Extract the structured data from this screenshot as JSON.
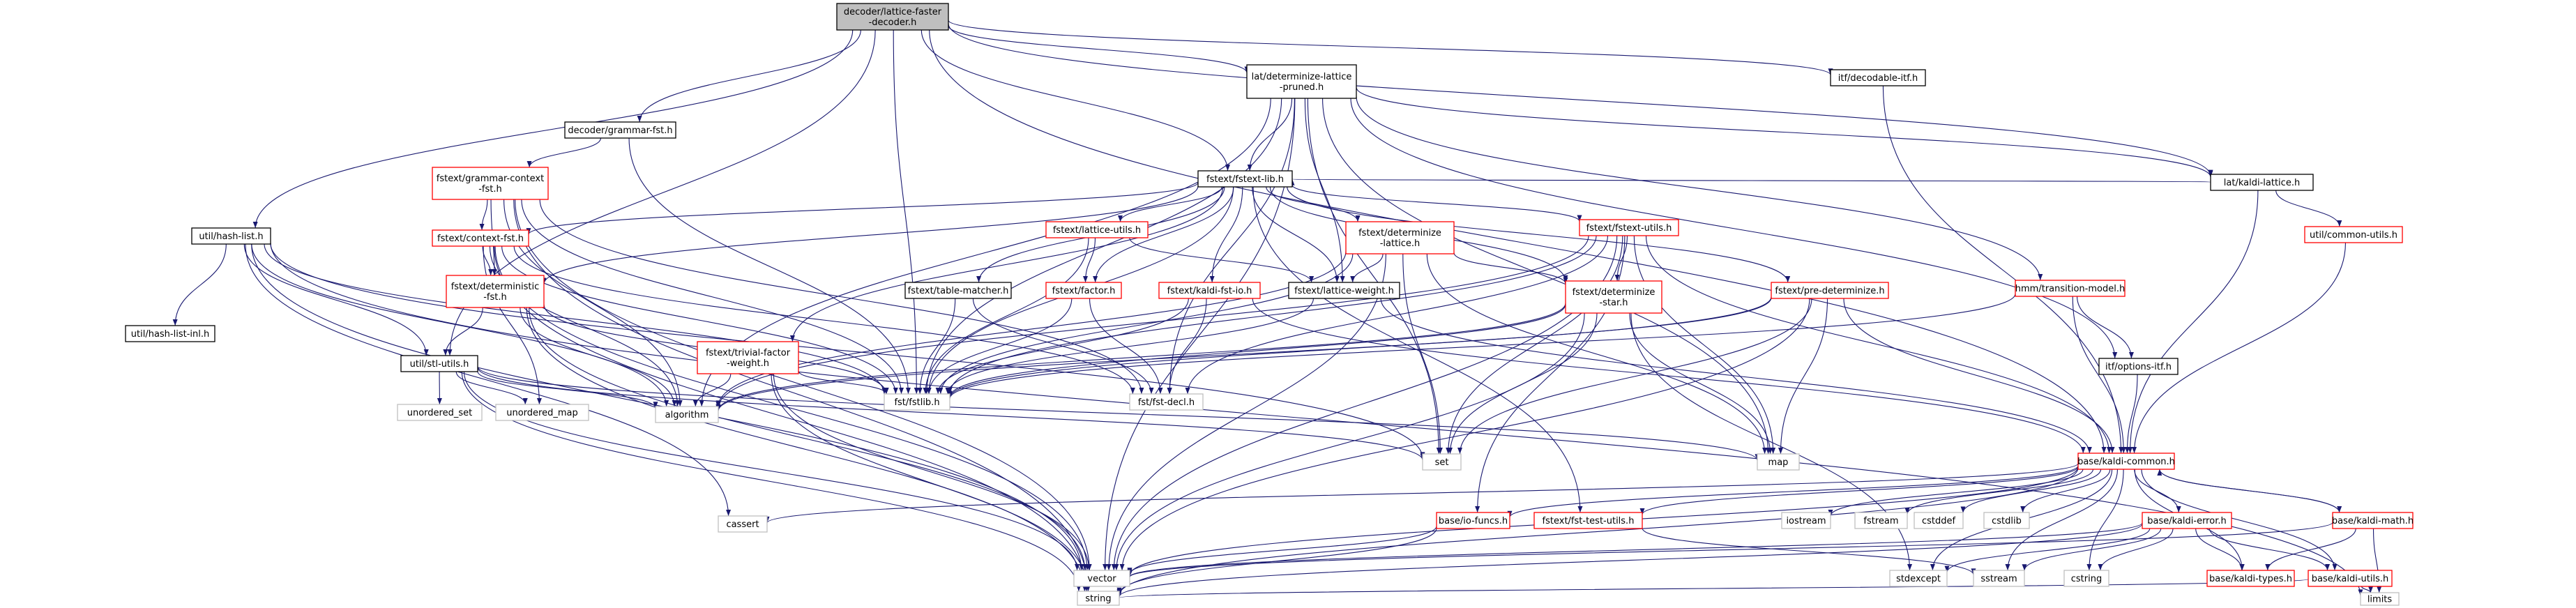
{
  "diagram": {
    "type": "include-dependency-graph",
    "colors": {
      "edge": "#191970",
      "root_fill": "#bfbfbf",
      "root_border": "#000000",
      "doc_border": "#ff0000",
      "external_border": "#bfbfbf",
      "plain_border": "#000000",
      "text": "#000000"
    },
    "nodes": [
      {
        "id": "root",
        "lines": [
          "decoder/lattice-faster",
          "-decoder.h"
        ],
        "kind": "root"
      },
      {
        "id": "det_lat_pruned",
        "lines": [
          "lat/determinize-lattice",
          "-pruned.h"
        ],
        "kind": "plain"
      },
      {
        "id": "itf_decodable",
        "lines": [
          "itf/decodable-itf.h"
        ],
        "kind": "plain"
      },
      {
        "id": "grammar_fst",
        "lines": [
          "decoder/grammar-fst.h"
        ],
        "kind": "plain"
      },
      {
        "id": "kaldi_lattice",
        "lines": [
          "lat/kaldi-lattice.h"
        ],
        "kind": "plain"
      },
      {
        "id": "grammar_context",
        "lines": [
          "fstext/grammar-context",
          "-fst.h"
        ],
        "kind": "doc"
      },
      {
        "id": "fstext_lib",
        "lines": [
          "fstext/fstext-lib.h"
        ],
        "kind": "plain"
      },
      {
        "id": "common_utils",
        "lines": [
          "util/common-utils.h"
        ],
        "kind": "doc"
      },
      {
        "id": "hash_list",
        "lines": [
          "util/hash-list.h"
        ],
        "kind": "plain"
      },
      {
        "id": "context_fst",
        "lines": [
          "fstext/context-fst.h"
        ],
        "kind": "doc"
      },
      {
        "id": "lattice_utils",
        "lines": [
          "fstext/lattice-utils.h"
        ],
        "kind": "doc"
      },
      {
        "id": "determinize_lattice",
        "lines": [
          "fstext/determinize",
          "-lattice.h"
        ],
        "kind": "doc"
      },
      {
        "id": "fstext_utils",
        "lines": [
          "fstext/fstext-utils.h"
        ],
        "kind": "doc"
      },
      {
        "id": "transition_model",
        "lines": [
          "hmm/transition-model.h"
        ],
        "kind": "doc"
      },
      {
        "id": "factor",
        "lines": [
          "fstext/factor.h"
        ],
        "kind": "doc"
      },
      {
        "id": "lattice_weight",
        "lines": [
          "fstext/lattice-weight.h"
        ],
        "kind": "plain"
      },
      {
        "id": "deterministic_fst",
        "lines": [
          "fstext/deterministic",
          "-fst.h"
        ],
        "kind": "doc"
      },
      {
        "id": "table_matcher",
        "lines": [
          "fstext/table-matcher.h"
        ],
        "kind": "plain"
      },
      {
        "id": "kaldi_fst_io",
        "lines": [
          "fstext/kaldi-fst-io.h"
        ],
        "kind": "doc"
      },
      {
        "id": "determinize_star",
        "lines": [
          "fstext/determinize",
          "-star.h"
        ],
        "kind": "doc"
      },
      {
        "id": "pre_determinize",
        "lines": [
          "fstext/pre-determinize.h"
        ],
        "kind": "doc"
      },
      {
        "id": "options_itf",
        "lines": [
          "itf/options-itf.h"
        ],
        "kind": "plain"
      },
      {
        "id": "hash_list_inl",
        "lines": [
          "util/hash-list-inl.h"
        ],
        "kind": "plain"
      },
      {
        "id": "stl_utils",
        "lines": [
          "util/stl-utils.h"
        ],
        "kind": "plain"
      },
      {
        "id": "trivial_factor",
        "lines": [
          "fstext/trivial-factor",
          "-weight.h"
        ],
        "kind": "doc"
      },
      {
        "id": "fst_stdlib",
        "lines": [
          "fst/fstlib.h"
        ],
        "kind": "external"
      },
      {
        "id": "fst_fst_decl",
        "lines": [
          "fst/fst-decl.h"
        ],
        "kind": "external"
      },
      {
        "id": "kaldi_common",
        "lines": [
          "base/kaldi-common.h"
        ],
        "kind": "doc"
      },
      {
        "id": "unordered_set",
        "lines": [
          "unordered_set"
        ],
        "kind": "external"
      },
      {
        "id": "unordered_map",
        "lines": [
          "unordered_map"
        ],
        "kind": "external"
      },
      {
        "id": "algorithm",
        "lines": [
          "algorithm"
        ],
        "kind": "external"
      },
      {
        "id": "set",
        "lines": [
          "set"
        ],
        "kind": "external"
      },
      {
        "id": "map",
        "lines": [
          "map"
        ],
        "kind": "external"
      },
      {
        "id": "cassert",
        "lines": [
          "cassert"
        ],
        "kind": "external"
      },
      {
        "id": "io_funcs",
        "lines": [
          "base/io-funcs.h"
        ],
        "kind": "doc"
      },
      {
        "id": "fst_test_utils",
        "lines": [
          "fstext/fst-test-utils.h"
        ],
        "kind": "doc"
      },
      {
        "id": "iostream",
        "lines": [
          "iostream"
        ],
        "kind": "external"
      },
      {
        "id": "fstream",
        "lines": [
          "fstream"
        ],
        "kind": "external"
      },
      {
        "id": "cstddef",
        "lines": [
          "cstddef"
        ],
        "kind": "external"
      },
      {
        "id": "cstdlib",
        "lines": [
          "cstdlib"
        ],
        "kind": "external"
      },
      {
        "id": "kaldi_error",
        "lines": [
          "base/kaldi-error.h"
        ],
        "kind": "doc"
      },
      {
        "id": "kaldi_math",
        "lines": [
          "base/kaldi-math.h"
        ],
        "kind": "doc"
      },
      {
        "id": "vector",
        "lines": [
          "vector"
        ],
        "kind": "external"
      },
      {
        "id": "stdexcept",
        "lines": [
          "stdexcept"
        ],
        "kind": "external"
      },
      {
        "id": "sstream",
        "lines": [
          "sstream"
        ],
        "kind": "external"
      },
      {
        "id": "cstring",
        "lines": [
          "cstring"
        ],
        "kind": "external"
      },
      {
        "id": "kaldi_types",
        "lines": [
          "base/kaldi-types.h"
        ],
        "kind": "doc"
      },
      {
        "id": "kaldi_utils",
        "lines": [
          "base/kaldi-utils.h"
        ],
        "kind": "doc"
      },
      {
        "id": "string",
        "lines": [
          "string"
        ],
        "kind": "external"
      },
      {
        "id": "limits",
        "lines": [
          "limits"
        ],
        "kind": "external"
      }
    ],
    "edges": [
      [
        "root",
        "det_lat_pruned"
      ],
      [
        "root",
        "itf_decodable"
      ],
      [
        "root",
        "grammar_fst"
      ],
      [
        "root",
        "kaldi_lattice"
      ],
      [
        "root",
        "fstext_lib"
      ],
      [
        "root",
        "hash_list"
      ],
      [
        "root",
        "stl_utils"
      ],
      [
        "root",
        "fst_stdlib"
      ],
      [
        "root",
        "kaldi_common"
      ],
      [
        "det_lat_pruned",
        "kaldi_lattice"
      ],
      [
        "det_lat_pruned",
        "fstext_lib"
      ],
      [
        "det_lat_pruned",
        "lattice_weight"
      ],
      [
        "det_lat_pruned",
        "transition_model"
      ],
      [
        "det_lat_pruned",
        "options_itf"
      ],
      [
        "det_lat_pruned",
        "fst_stdlib"
      ],
      [
        "det_lat_pruned",
        "fst_fst_decl"
      ],
      [
        "det_lat_pruned",
        "algorithm"
      ],
      [
        "det_lat_pruned",
        "set"
      ],
      [
        "det_lat_pruned",
        "map"
      ],
      [
        "det_lat_pruned",
        "vector"
      ],
      [
        "itf_decodable",
        "kaldi_common"
      ],
      [
        "grammar_fst",
        "grammar_context"
      ],
      [
        "grammar_fst",
        "fst_stdlib"
      ],
      [
        "kaldi_lattice",
        "fstext_lib"
      ],
      [
        "kaldi_lattice",
        "common_utils"
      ],
      [
        "kaldi_lattice",
        "kaldi_common"
      ],
      [
        "grammar_context",
        "context_fst"
      ],
      [
        "grammar_context",
        "deterministic_fst"
      ],
      [
        "grammar_context",
        "fst_stdlib"
      ],
      [
        "grammar_context",
        "fst_fst_decl"
      ],
      [
        "grammar_context",
        "algorithm"
      ],
      [
        "grammar_context",
        "string"
      ],
      [
        "grammar_context",
        "vector"
      ],
      [
        "fstext_lib",
        "context_fst"
      ],
      [
        "fstext_lib",
        "lattice_utils"
      ],
      [
        "fstext_lib",
        "determinize_lattice"
      ],
      [
        "fstext_lib",
        "fstext_utils"
      ],
      [
        "fstext_lib",
        "factor"
      ],
      [
        "fstext_lib",
        "lattice_weight"
      ],
      [
        "fstext_lib",
        "deterministic_fst"
      ],
      [
        "fstext_lib",
        "table_matcher"
      ],
      [
        "fstext_lib",
        "kaldi_fst_io"
      ],
      [
        "fstext_lib",
        "determinize_star"
      ],
      [
        "fstext_lib",
        "pre_determinize"
      ],
      [
        "fstext_lib",
        "trivial_factor"
      ],
      [
        "fstext_lib",
        "fst_stdlib"
      ],
      [
        "fstext_lib",
        "fst_test_utils"
      ],
      [
        "common_utils",
        "kaldi_common"
      ],
      [
        "hash_list",
        "hash_list_inl"
      ],
      [
        "hash_list",
        "stl_utils"
      ],
      [
        "hash_list",
        "fst_stdlib"
      ],
      [
        "hash_list",
        "algorithm"
      ],
      [
        "hash_list",
        "cassert"
      ],
      [
        "hash_list",
        "vector"
      ],
      [
        "hash_list",
        "limits"
      ],
      [
        "hash_list",
        "set"
      ],
      [
        "context_fst",
        "deterministic_fst"
      ],
      [
        "context_fst",
        "fst_stdlib"
      ],
      [
        "context_fst",
        "fst_fst_decl"
      ],
      [
        "context_fst",
        "algorithm"
      ],
      [
        "context_fst",
        "string"
      ],
      [
        "context_fst",
        "vector"
      ],
      [
        "context_fst",
        "unordered_map"
      ],
      [
        "lattice_utils",
        "factor"
      ],
      [
        "lattice_utils",
        "lattice_weight"
      ],
      [
        "lattice_utils",
        "fst_stdlib"
      ],
      [
        "determinize_lattice",
        "lattice_weight"
      ],
      [
        "determinize_lattice",
        "determinize_star"
      ],
      [
        "determinize_lattice",
        "fst_stdlib"
      ],
      [
        "determinize_lattice",
        "algorithm"
      ],
      [
        "determinize_lattice",
        "map"
      ],
      [
        "determinize_lattice",
        "set"
      ],
      [
        "determinize_lattice",
        "vector"
      ],
      [
        "fstext_utils",
        "determinize_star"
      ],
      [
        "fstext_utils",
        "fst_stdlib"
      ],
      [
        "fstext_utils",
        "fst_fst_decl"
      ],
      [
        "fstext_utils",
        "kaldi_common"
      ],
      [
        "fstext_utils",
        "algorithm"
      ],
      [
        "fstext_utils",
        "map"
      ],
      [
        "fstext_utils",
        "set"
      ],
      [
        "fstext_utils",
        "vector"
      ],
      [
        "fstext_utils",
        "io_funcs"
      ],
      [
        "transition_model",
        "kaldi_common"
      ],
      [
        "transition_model",
        "options_itf"
      ],
      [
        "transition_model",
        "fst_stdlib"
      ],
      [
        "factor",
        "fst_stdlib"
      ],
      [
        "factor",
        "fst_fst_decl"
      ],
      [
        "lattice_weight",
        "fst_stdlib"
      ],
      [
        "lattice_weight",
        "kaldi_common"
      ],
      [
        "deterministic_fst",
        "stl_utils"
      ],
      [
        "deterministic_fst",
        "fst_stdlib"
      ],
      [
        "deterministic_fst",
        "algorithm"
      ],
      [
        "deterministic_fst",
        "string"
      ],
      [
        "deterministic_fst",
        "vector"
      ],
      [
        "table_matcher",
        "fst_stdlib"
      ],
      [
        "table_matcher",
        "fst_fst_decl"
      ],
      [
        "kaldi_fst_io",
        "fst_stdlib"
      ],
      [
        "kaldi_fst_io",
        "fst_fst_decl"
      ],
      [
        "kaldi_fst_io",
        "kaldi_common"
      ],
      [
        "determinize_star",
        "fst_stdlib"
      ],
      [
        "determinize_star",
        "algorithm"
      ],
      [
        "determinize_star",
        "map"
      ],
      [
        "determinize_star",
        "set"
      ],
      [
        "determinize_star",
        "vector"
      ],
      [
        "determinize_star",
        "stdexcept"
      ],
      [
        "pre_determinize",
        "fst_stdlib"
      ],
      [
        "pre_determinize",
        "kaldi_common"
      ],
      [
        "pre_determinize",
        "algorithm"
      ],
      [
        "pre_determinize",
        "map"
      ],
      [
        "pre_determinize",
        "set"
      ],
      [
        "pre_determinize",
        "vector"
      ],
      [
        "options_itf",
        "kaldi_common"
      ],
      [
        "stl_utils",
        "algorithm"
      ],
      [
        "stl_utils",
        "map"
      ],
      [
        "stl_utils",
        "set"
      ],
      [
        "stl_utils",
        "string"
      ],
      [
        "stl_utils",
        "vector"
      ],
      [
        "stl_utils",
        "unordered_map"
      ],
      [
        "stl_utils",
        "unordered_set"
      ],
      [
        "trivial_factor",
        "fst_stdlib"
      ],
      [
        "trivial_factor",
        "algorithm"
      ],
      [
        "trivial_factor",
        "string"
      ],
      [
        "trivial_factor",
        "vector"
      ],
      [
        "kaldi_common",
        "cassert"
      ],
      [
        "kaldi_common",
        "io_funcs"
      ],
      [
        "kaldi_common",
        "fst_test_utils"
      ],
      [
        "kaldi_common",
        "iostream"
      ],
      [
        "kaldi_common",
        "fstream"
      ],
      [
        "kaldi_common",
        "cstddef"
      ],
      [
        "kaldi_common",
        "cstdlib"
      ],
      [
        "kaldi_common",
        "kaldi_error"
      ],
      [
        "kaldi_common",
        "kaldi_math"
      ],
      [
        "kaldi_common",
        "vector"
      ],
      [
        "kaldi_common",
        "stdexcept"
      ],
      [
        "kaldi_common",
        "sstream"
      ],
      [
        "kaldi_common",
        "cstring"
      ],
      [
        "kaldi_common",
        "kaldi_types"
      ],
      [
        "kaldi_common",
        "kaldi_utils"
      ],
      [
        "kaldi_common",
        "string"
      ],
      [
        "io_funcs",
        "vector"
      ],
      [
        "io_funcs",
        "string"
      ],
      [
        "fst_test_utils",
        "sstream"
      ],
      [
        "kaldi_error",
        "kaldi_types"
      ],
      [
        "kaldi_error",
        "kaldi_utils"
      ],
      [
        "kaldi_error",
        "vector"
      ],
      [
        "kaldi_error",
        "stdexcept"
      ],
      [
        "kaldi_error",
        "sstream"
      ],
      [
        "kaldi_error",
        "cstring"
      ],
      [
        "kaldi_error",
        "string"
      ],
      [
        "kaldi_math",
        "kaldi_types"
      ],
      [
        "kaldi_math",
        "kaldi_common"
      ],
      [
        "kaldi_math",
        "vector"
      ],
      [
        "kaldi_math",
        "limits"
      ],
      [
        "kaldi_utils",
        "limits"
      ],
      [
        "kaldi_utils",
        "string"
      ]
    ]
  }
}
